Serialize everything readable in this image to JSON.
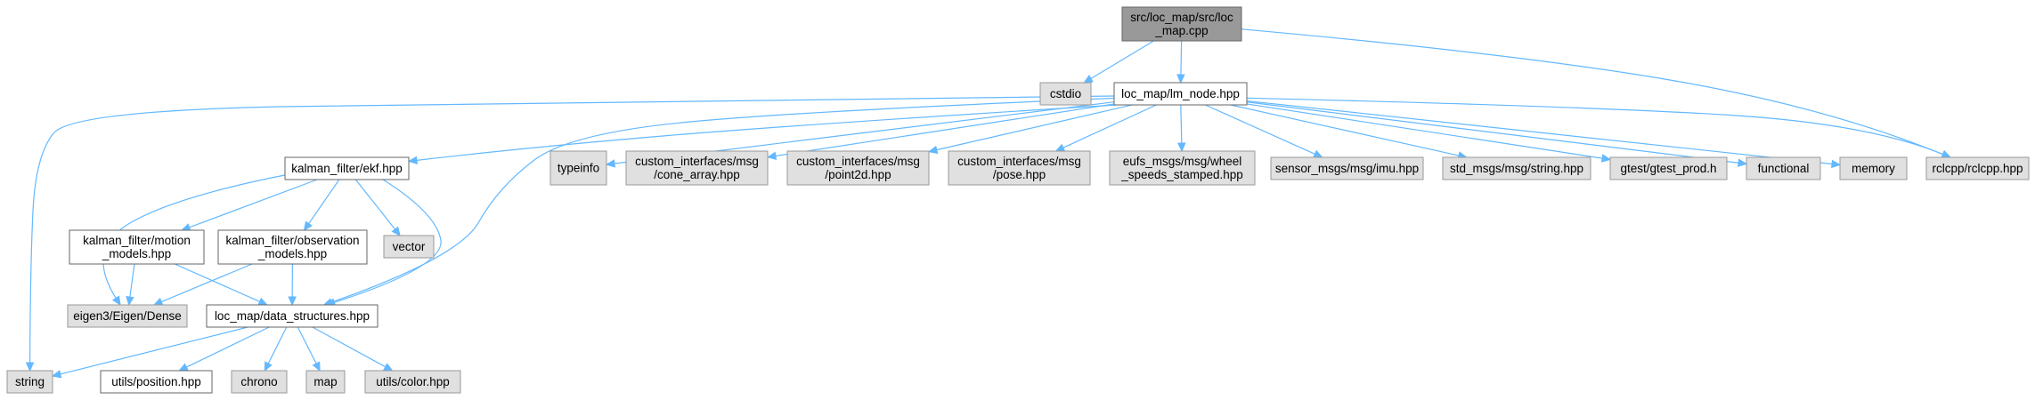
{
  "colors": {
    "root_fill": "#999999",
    "root_stroke": "#666666",
    "local_fill": "#ffffff",
    "local_stroke": "#666666",
    "system_fill": "#e0e0e0",
    "system_stroke": "#999999",
    "edge": "#63b8ff"
  },
  "nodes": [
    {
      "id": "root",
      "kind": "root",
      "lines": [
        "src/loc_map/src/loc",
        "_map.cpp"
      ]
    },
    {
      "id": "cstdio",
      "kind": "system",
      "lines": [
        "cstdio"
      ]
    },
    {
      "id": "lm_node",
      "kind": "local",
      "lines": [
        "loc_map/lm_node.hpp"
      ]
    },
    {
      "id": "rclcpp",
      "kind": "system",
      "lines": [
        "rclcpp/rclcpp.hpp"
      ]
    },
    {
      "id": "ekf",
      "kind": "local",
      "lines": [
        "kalman_filter/ekf.hpp"
      ]
    },
    {
      "id": "typeinfo",
      "kind": "system",
      "lines": [
        "typeinfo"
      ]
    },
    {
      "id": "cone_array",
      "kind": "system",
      "lines": [
        "custom_interfaces/msg",
        "/cone_array.hpp"
      ]
    },
    {
      "id": "point2d",
      "kind": "system",
      "lines": [
        "custom_interfaces/msg",
        "/point2d.hpp"
      ]
    },
    {
      "id": "pose",
      "kind": "system",
      "lines": [
        "custom_interfaces/msg",
        "/pose.hpp"
      ]
    },
    {
      "id": "wheel",
      "kind": "system",
      "lines": [
        "eufs_msgs/msg/wheel",
        "_speeds_stamped.hpp"
      ]
    },
    {
      "id": "imu",
      "kind": "system",
      "lines": [
        "sensor_msgs/msg/imu.hpp"
      ]
    },
    {
      "id": "std_string",
      "kind": "system",
      "lines": [
        "std_msgs/msg/string.hpp"
      ]
    },
    {
      "id": "gtest",
      "kind": "system",
      "lines": [
        "gtest/gtest_prod.h"
      ]
    },
    {
      "id": "functional",
      "kind": "system",
      "lines": [
        "functional"
      ]
    },
    {
      "id": "memory",
      "kind": "system",
      "lines": [
        "memory"
      ]
    },
    {
      "id": "motion",
      "kind": "local",
      "lines": [
        "kalman_filter/motion",
        "_models.hpp"
      ]
    },
    {
      "id": "observation",
      "kind": "local",
      "lines": [
        "kalman_filter/observation",
        "_models.hpp"
      ]
    },
    {
      "id": "vector",
      "kind": "system",
      "lines": [
        "vector"
      ]
    },
    {
      "id": "eigen",
      "kind": "system",
      "lines": [
        "eigen3/Eigen/Dense"
      ]
    },
    {
      "id": "data_structures",
      "kind": "local",
      "lines": [
        "loc_map/data_structures.hpp"
      ]
    },
    {
      "id": "string",
      "kind": "system",
      "lines": [
        "string"
      ]
    },
    {
      "id": "position",
      "kind": "local",
      "lines": [
        "utils/position.hpp"
      ]
    },
    {
      "id": "chrono",
      "kind": "system",
      "lines": [
        "chrono"
      ]
    },
    {
      "id": "map",
      "kind": "system",
      "lines": [
        "map"
      ]
    },
    {
      "id": "color",
      "kind": "system",
      "lines": [
        "utils/color.hpp"
      ]
    }
  ],
  "edges": [
    {
      "from": "root",
      "to": "cstdio"
    },
    {
      "from": "root",
      "to": "lm_node"
    },
    {
      "from": "root",
      "to": "rclcpp"
    },
    {
      "from": "lm_node",
      "to": "ekf"
    },
    {
      "from": "lm_node",
      "to": "string"
    },
    {
      "from": "lm_node",
      "to": "data_structures"
    },
    {
      "from": "lm_node",
      "to": "typeinfo"
    },
    {
      "from": "lm_node",
      "to": "cone_array"
    },
    {
      "from": "lm_node",
      "to": "point2d"
    },
    {
      "from": "lm_node",
      "to": "pose"
    },
    {
      "from": "lm_node",
      "to": "wheel"
    },
    {
      "from": "lm_node",
      "to": "imu"
    },
    {
      "from": "lm_node",
      "to": "std_string"
    },
    {
      "from": "lm_node",
      "to": "gtest"
    },
    {
      "from": "lm_node",
      "to": "functional"
    },
    {
      "from": "lm_node",
      "to": "memory"
    },
    {
      "from": "lm_node",
      "to": "rclcpp"
    },
    {
      "from": "ekf",
      "to": "motion"
    },
    {
      "from": "ekf",
      "to": "observation"
    },
    {
      "from": "ekf",
      "to": "vector"
    },
    {
      "from": "ekf",
      "to": "eigen"
    },
    {
      "from": "ekf",
      "to": "data_structures"
    },
    {
      "from": "motion",
      "to": "eigen"
    },
    {
      "from": "motion",
      "to": "data_structures"
    },
    {
      "from": "observation",
      "to": "eigen"
    },
    {
      "from": "observation",
      "to": "data_structures"
    },
    {
      "from": "data_structures",
      "to": "string"
    },
    {
      "from": "data_structures",
      "to": "position"
    },
    {
      "from": "data_structures",
      "to": "chrono"
    },
    {
      "from": "data_structures",
      "to": "map"
    },
    {
      "from": "data_structures",
      "to": "color"
    }
  ]
}
